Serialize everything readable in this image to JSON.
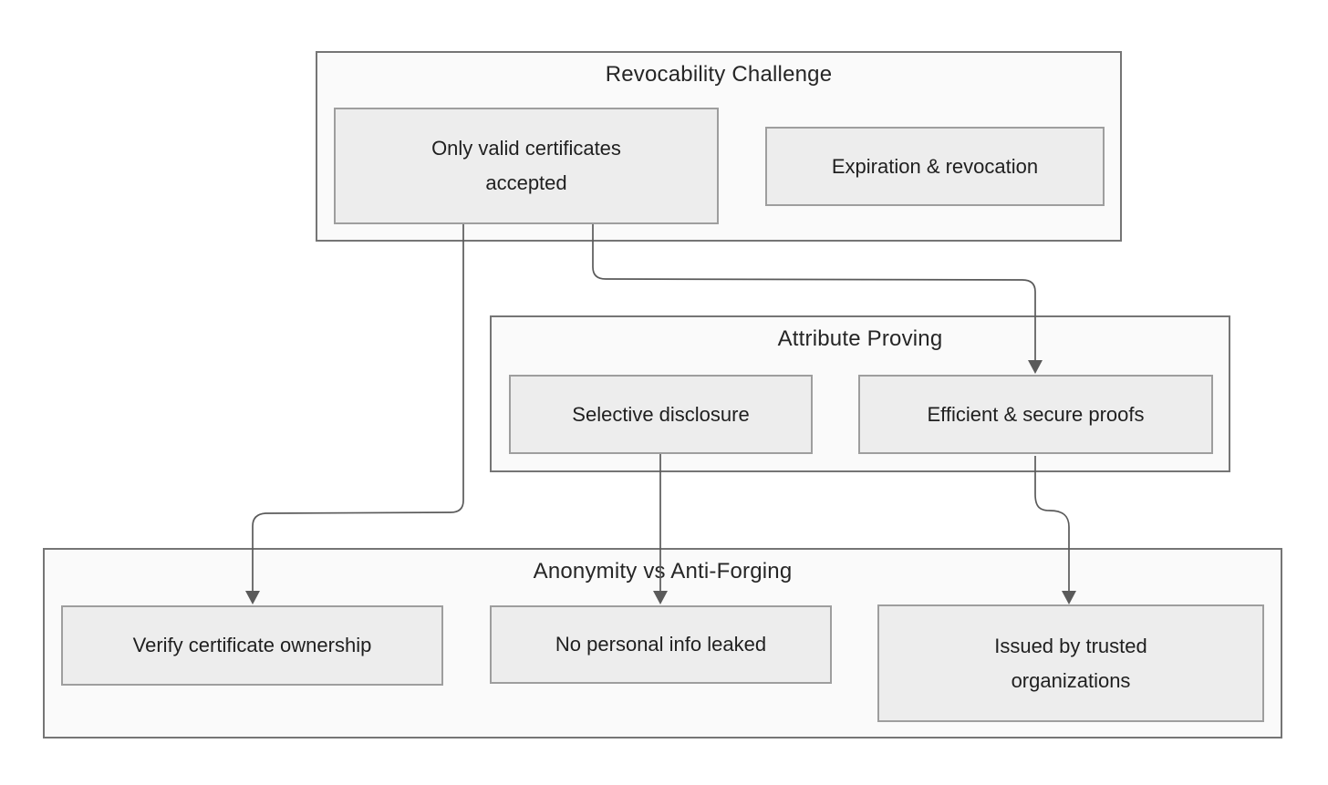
{
  "diagram": {
    "groups": [
      {
        "id": "revocability-challenge",
        "title": "Revocability Challenge",
        "nodes": [
          {
            "label": "Only valid certificates accepted"
          },
          {
            "label": "Expiration & revocation"
          }
        ]
      },
      {
        "id": "attribute-proving",
        "title": "Attribute Proving",
        "nodes": [
          {
            "label": "Selective disclosure"
          },
          {
            "label": "Efficient & secure proofs"
          }
        ]
      },
      {
        "id": "anonymity-vs-anti-forging",
        "title": "Anonymity vs Anti-Forging",
        "nodes": [
          {
            "label": "Verify certificate ownership"
          },
          {
            "label": "No personal info leaked"
          },
          {
            "label": "Issued by trusted organizations"
          }
        ]
      }
    ],
    "edges": [
      {
        "from": "Only valid certificates accepted",
        "to": "Verify certificate ownership"
      },
      {
        "from": "Only valid certificates accepted",
        "to": "Efficient & secure proofs"
      },
      {
        "from": "Selective disclosure",
        "to": "No personal info leaked"
      },
      {
        "from": "Efficient & secure proofs",
        "to": "Issued by trusted organizations"
      }
    ],
    "colors": {
      "background": "#ffffff",
      "group_fill": "#fafafa",
      "group_border": "#757575",
      "node_fill": "#ededed",
      "node_border": "#9e9e9e",
      "arrow": "#5a5a5a",
      "text": "#1f1f1f"
    }
  }
}
